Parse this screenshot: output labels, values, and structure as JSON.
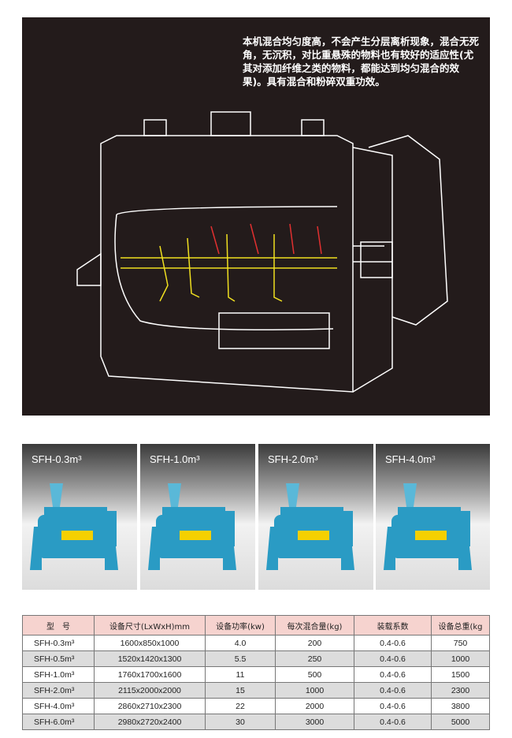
{
  "description": "本机混合均匀度高，不会产生分层离析现象，混合无死角，无沉积，对比重悬殊的物料也有较好的适应性(尤其对添加纤维之类的物料，都能达到均匀混合的效果)。具有混合和粉碎双重功效。",
  "photos": [
    {
      "label": "SFH-0.3m³"
    },
    {
      "label": "SFH-1.0m³"
    },
    {
      "label": "SFH-2.0m³"
    },
    {
      "label": "SFH-4.0m³"
    }
  ],
  "table": {
    "headers": [
      "型　号",
      "设备尺寸(LxWxH)mm",
      "设备功率(kw)",
      "每次混合量(kg)",
      "装载系数",
      "设备总重(kg"
    ],
    "rows": [
      [
        "SFH-0.3m³",
        "1600x850x1000",
        "4.0",
        "200",
        "0.4-0.6",
        "750"
      ],
      [
        "SFH-0.5m³",
        "1520x1420x1300",
        "5.5",
        "250",
        "0.4-0.6",
        "1000"
      ],
      [
        "SFH-1.0m³",
        "1760x1700x1600",
        "11",
        "500",
        "0.4-0.6",
        "1500"
      ],
      [
        "SFH-2.0m³",
        "2115x2000x2000",
        "15",
        "1000",
        "0.4-0.6",
        "2300"
      ],
      [
        "SFH-4.0m³",
        "2860x2710x2300",
        "22",
        "2000",
        "0.4-0.6",
        "3800"
      ],
      [
        "SFH-6.0m³",
        "2980x2720x2400",
        "30",
        "3000",
        "0.4-0.6",
        "5000"
      ]
    ]
  },
  "colors": {
    "hero_bg": "#231b1b",
    "header_bg": "#f6d3cf",
    "row_alt": "#dcdcdc",
    "machine": "#2a9bc4"
  }
}
